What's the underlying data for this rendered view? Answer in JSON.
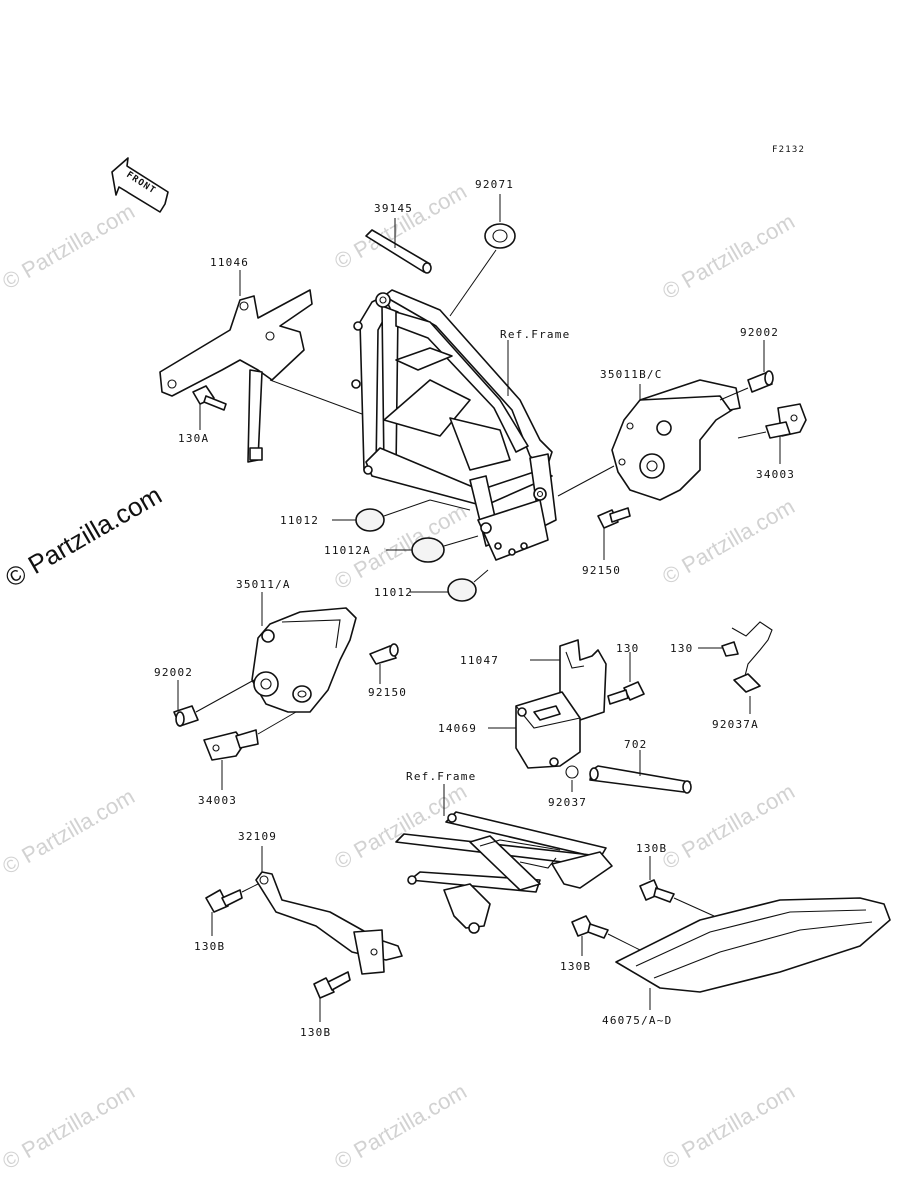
{
  "diagram_code": "F2132",
  "front_arrow": "FRONT",
  "watermarks": {
    "large": "© Partzilla.com",
    "small": "© Partzilla.com"
  },
  "callouts": {
    "p39145": "39145",
    "p92071": "92071",
    "p11046": "11046",
    "ref_frame_top": "Ref.Frame",
    "p92002_r": "92002",
    "p35011bc": "35011B/C",
    "p130a": "130A",
    "p34003_r": "34003",
    "p11012_a": "11012",
    "p11012a": "11012A",
    "p11012_b": "11012",
    "p92150_r": "92150",
    "p35011a": "35011/A",
    "p92002_l": "92002",
    "p92150_l": "92150",
    "p34003_l": "34003",
    "p11047": "11047",
    "p130_m": "130",
    "p130_r": "130",
    "p14069": "14069",
    "p92037a": "92037A",
    "p702": "702",
    "p92037": "92037",
    "ref_frame_bot": "Ref.Frame",
    "p32109": "32109",
    "p130b_l1": "130B",
    "p130b_l2": "130B",
    "p130b_r1": "130B",
    "p130b_r2": "130B",
    "p46075": "46075/A~D"
  }
}
